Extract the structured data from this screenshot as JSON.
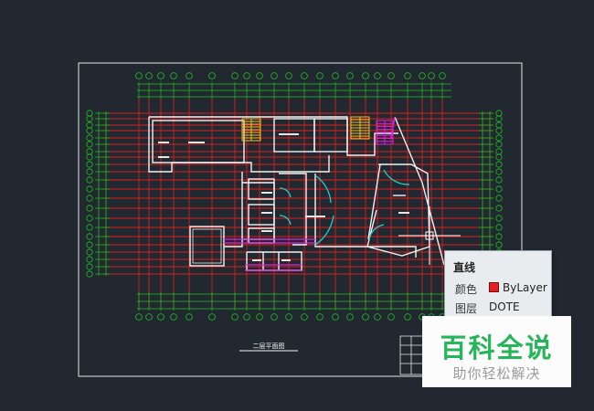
{
  "drawing": {
    "sheet_title": "二层平面图"
  },
  "tooltip": {
    "title": "直线",
    "color_label": "颜色",
    "color_value": "ByLayer",
    "color_hex": "#e0211f",
    "layer_label": "图层",
    "layer_value": "DOTE"
  },
  "watermark": {
    "brand": "百科全说",
    "tagline": "助你轻松解决"
  },
  "colors": {
    "background": "#212830",
    "grid": "#d61f1f",
    "dims": "#1fc21f",
    "walls": "#f2f2f2",
    "stairs": "#f0c020",
    "magenta": "#e020e0",
    "cyan": "#20d0d0"
  },
  "icons": {
    "cursor": "crosshair-cursor-icon",
    "color_swatch": "red-square-icon"
  }
}
